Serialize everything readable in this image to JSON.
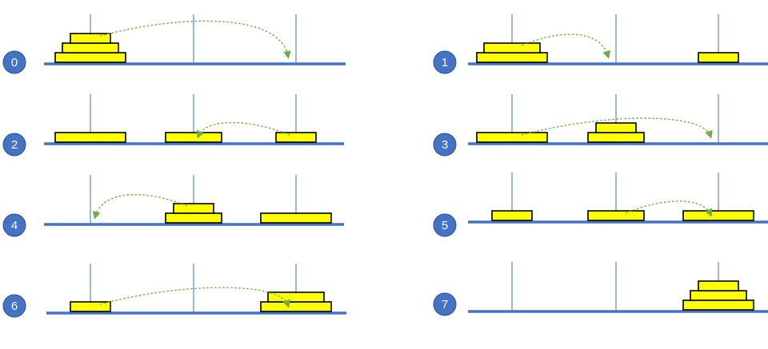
{
  "colors": {
    "base": "#4472c4",
    "peg": "#7f9fd0",
    "disk_fill": "#ffff00",
    "disk_stroke": "#000000",
    "badge_fill": "#4472c4",
    "badge_text": "#ffffff",
    "arrow": "#70ad47"
  },
  "disk_sizes": {
    "small": 1,
    "medium": 2,
    "large": 3
  },
  "steps": [
    {
      "label": "0",
      "pegs": [
        [
          "large",
          "medium",
          "small"
        ],
        [],
        []
      ],
      "move": {
        "from": 1,
        "to": 3
      }
    },
    {
      "label": "1",
      "pegs": [
        [
          "large",
          "medium"
        ],
        [],
        [
          "small"
        ]
      ],
      "move": {
        "from": 1,
        "to": 2
      }
    },
    {
      "label": "2",
      "pegs": [
        [
          "large"
        ],
        [
          "medium"
        ],
        [
          "small"
        ]
      ],
      "move": {
        "from": 3,
        "to": 2
      }
    },
    {
      "label": "3",
      "pegs": [
        [
          "large"
        ],
        [
          "medium",
          "small"
        ],
        []
      ],
      "move": {
        "from": 1,
        "to": 3
      }
    },
    {
      "label": "4",
      "pegs": [
        [],
        [
          "medium",
          "small"
        ],
        [
          "large"
        ]
      ],
      "move": {
        "from": 2,
        "to": 1
      }
    },
    {
      "label": "5",
      "pegs": [
        [
          "small"
        ],
        [
          "medium"
        ],
        [
          "large"
        ]
      ],
      "move": {
        "from": 2,
        "to": 3
      }
    },
    {
      "label": "6",
      "pegs": [
        [
          "small"
        ],
        [],
        [
          "large",
          "medium"
        ]
      ],
      "move": {
        "from": 1,
        "to": 3
      }
    },
    {
      "label": "7",
      "pegs": [
        [],
        [],
        [
          "large",
          "medium",
          "small"
        ]
      ],
      "move": null
    }
  ]
}
